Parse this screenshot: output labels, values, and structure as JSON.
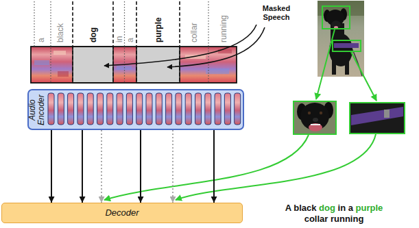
{
  "diagram": {
    "nodes": [
      {
        "text": [
          "Audio Encoder"
        ]
      },
      {
        "text": [
          "Decoder"
        ]
      }
    ],
    "edges": [
      {
        "from": 0,
        "to": 1,
        "arrow": "to"
      },
      {
        "from": 0,
        "to": 1,
        "arrow": "to"
      },
      {
        "from": 0,
        "to": 1,
        "arrow": "to"
      },
      {
        "from": 0,
        "to": 1,
        "arrow": "to"
      },
      {
        "from": 0,
        "to": 1,
        "arrow": "to"
      },
      {
        "from": 0,
        "to": 1,
        "arrow": "to"
      }
    ],
    "labels": [
      "a",
      "black",
      "dog",
      "in",
      "a",
      "purple",
      "collar",
      "running",
      "Masked Speech",
      "A black",
      "dog",
      "in a",
      "purple",
      "collar running"
    ]
  }
}
